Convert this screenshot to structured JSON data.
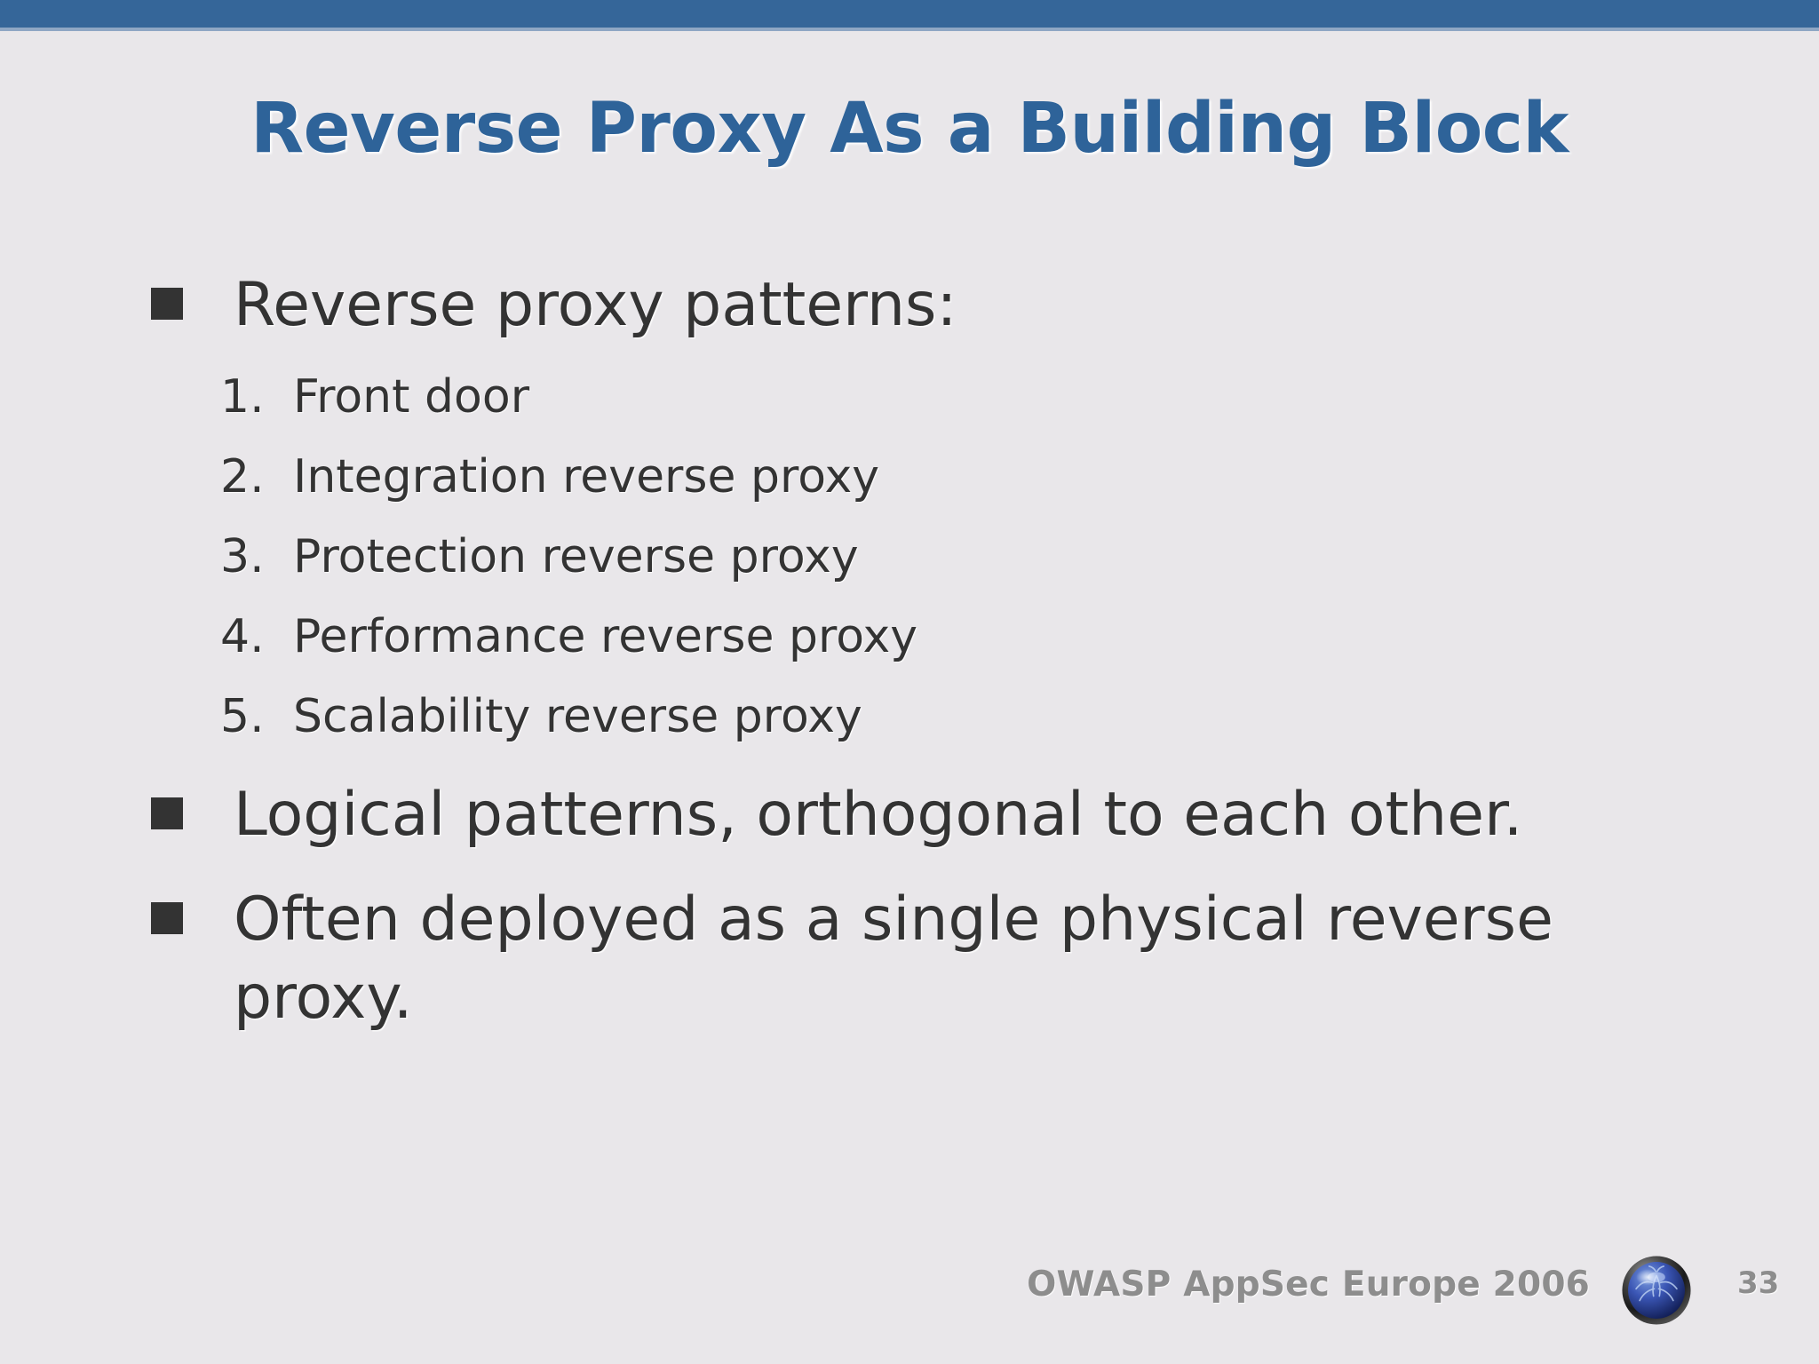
{
  "slide": {
    "title": "Reverse Proxy As a Building Block",
    "accent_color": "#356699",
    "title_color": "#2e6399",
    "background_color": "#e9e7ea",
    "text_color": "#333333",
    "footer_color": "#8d8d8d"
  },
  "content": {
    "bullets": [
      {
        "text": "Reverse proxy patterns:",
        "numbered": [
          {
            "index": "1.",
            "label": "Front door"
          },
          {
            "index": "2.",
            "label": "Integration reverse proxy"
          },
          {
            "index": "3.",
            "label": "Protection reverse proxy"
          },
          {
            "index": "4.",
            "label": "Performance reverse proxy"
          },
          {
            "index": "5.",
            "label": "Scalability reverse proxy"
          }
        ]
      },
      {
        "text": "Logical patterns, orthogonal to each other.",
        "numbered": []
      },
      {
        "text": "Often deployed as a single physical reverse proxy.",
        "numbered": []
      }
    ]
  },
  "footer": {
    "conference": "OWASP AppSec Europe 2006",
    "page_number": "33",
    "logo_name": "owasp-logo"
  }
}
